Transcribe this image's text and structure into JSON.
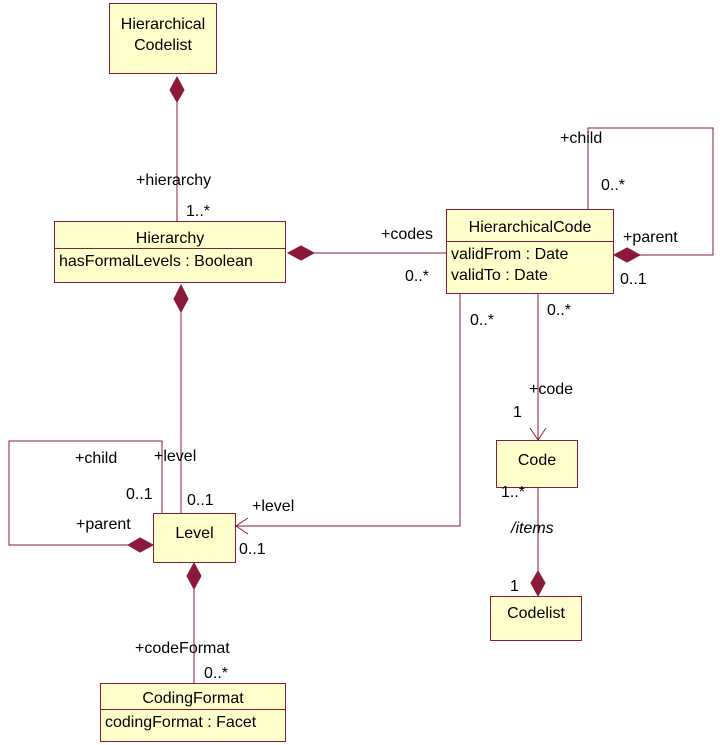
{
  "classes": {
    "hierarchical_codelist": {
      "name_line1": "Hierarchical",
      "name_line2": "Codelist"
    },
    "hierarchy": {
      "name": "Hierarchy",
      "attr1": "hasFormalLevels : Boolean"
    },
    "hierarchical_code": {
      "name": "HierarchicalCode",
      "attr1": "validFrom : Date",
      "attr2": "validTo : Date"
    },
    "level": {
      "name": "Level"
    },
    "code": {
      "name": "Code"
    },
    "codelist": {
      "name": "Codelist"
    },
    "coding_format": {
      "name": "CodingFormat",
      "attr1": "codingFormat : Facet"
    }
  },
  "labels": {
    "hierarchy_role": "+hierarchy",
    "hierarchy_mult": "1..*",
    "codes_role": "+codes",
    "codes_mult": "0..*",
    "hc_child_role": "+child",
    "hc_child_mult": "0..*",
    "hc_parent_role": "+parent",
    "hc_parent_mult": "0..1",
    "hc_level_mult": "0..*",
    "hc_code_mult": "0..*",
    "code_role": "+code",
    "code_mult": "1",
    "level_role_from_hierarchy": "+level",
    "level_mult_from_hierarchy": "0..1",
    "level_child_role": "+child",
    "level_child_mult": "0..1",
    "level_parent_role": "+parent",
    "level_role_from_hc": "+level",
    "level_mult_from_hc": "0..1",
    "code_format_role": "+codeFormat",
    "code_format_mult": "0..*",
    "items_role": "/items",
    "items_mult": "1..*",
    "codelist_mult": "1"
  },
  "colors": {
    "line": "#8b1a3a",
    "box_fill": "#ffffcc"
  }
}
